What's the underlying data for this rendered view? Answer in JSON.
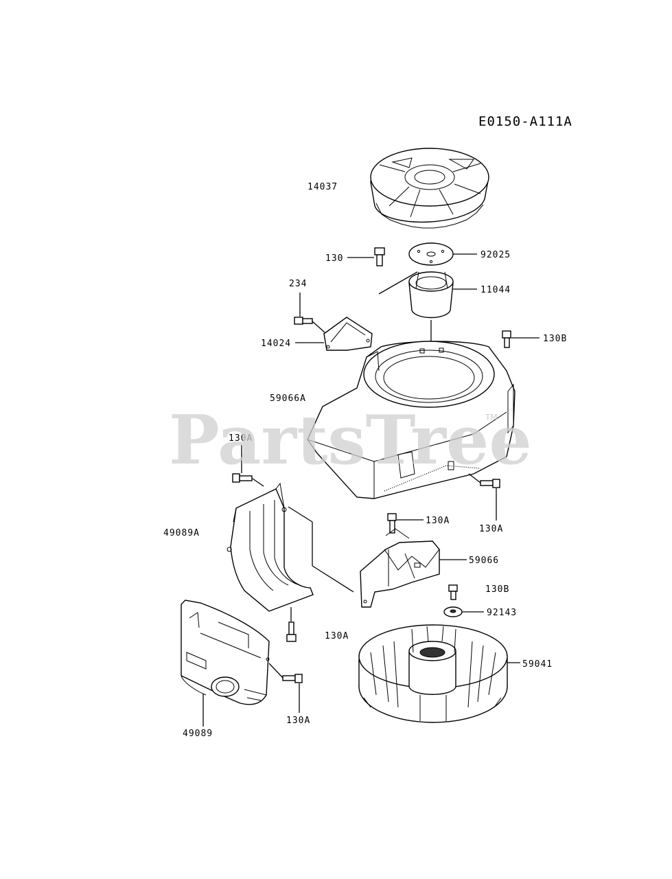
{
  "diagram": {
    "code": "E0150-A111A",
    "watermark": "PartsTree",
    "watermark_mark": "TM"
  },
  "labels": [
    {
      "id": "14037",
      "text": "14037"
    },
    {
      "id": "130",
      "text": "130"
    },
    {
      "id": "92025",
      "text": "92025"
    },
    {
      "id": "234",
      "text": "234"
    },
    {
      "id": "11044",
      "text": "11044"
    },
    {
      "id": "14024",
      "text": "14024"
    },
    {
      "id": "130B-top",
      "text": "130B"
    },
    {
      "id": "59066A",
      "text": "59066A"
    },
    {
      "id": "130A-left",
      "text": "130A"
    },
    {
      "id": "130A-right",
      "text": "130A"
    },
    {
      "id": "130A-mid",
      "text": "130A"
    },
    {
      "id": "49089A",
      "text": "49089A"
    },
    {
      "id": "59066",
      "text": "59066"
    },
    {
      "id": "130B-low",
      "text": "130B"
    },
    {
      "id": "92143",
      "text": "92143"
    },
    {
      "id": "130A-center",
      "text": "130A"
    },
    {
      "id": "59041",
      "text": "59041"
    },
    {
      "id": "130A-bottom",
      "text": "130A"
    },
    {
      "id": "49089",
      "text": "49089"
    }
  ]
}
